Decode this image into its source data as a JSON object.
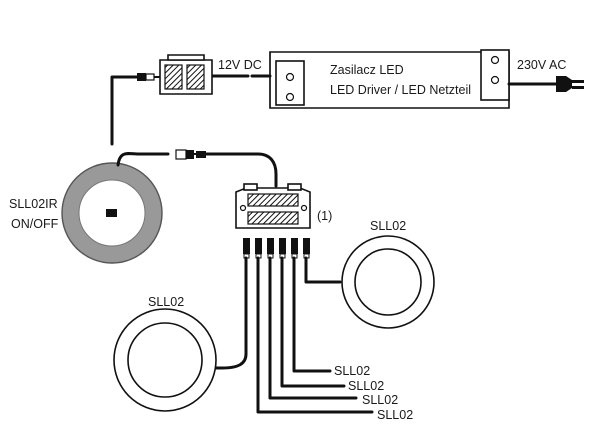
{
  "labels": {
    "power_out": "12V DC",
    "power_in": "230V AC",
    "driver_line1": "Zasilacz LED",
    "driver_line2": "LED Driver / LED Netzteil",
    "switch_line1": "SLL02IR",
    "switch_line2": "ON/OFF",
    "distributor_ref": "(1)",
    "light_right": "SLL02",
    "light_left": "SLL02",
    "out_1": "SLL02",
    "out_2": "SLL02",
    "out_3": "SLL02",
    "out_4": "SLL02"
  }
}
